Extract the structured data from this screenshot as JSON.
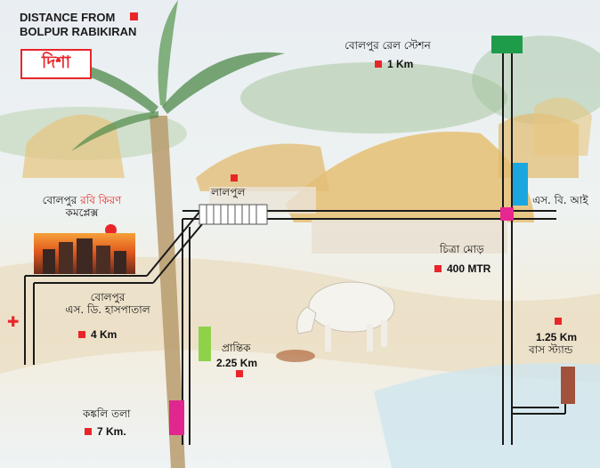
{
  "header": {
    "line1": "DISTANCE FROM",
    "line2": "BOLPUR RABIKIRAN",
    "badge": "দিশা"
  },
  "colors": {
    "road": "#1a1a1a",
    "marker": "#e8262a",
    "station": "#1f9c4a",
    "sbi": "#1aa7e0",
    "junction": "#e7268f",
    "prantik": "#8fd24a",
    "kankalitala": "#e0278f",
    "bus_stand": "#a0523d"
  },
  "places": {
    "station": {
      "name": "বোলপুর রেল স্টেশন",
      "distance": "1 Km"
    },
    "lalpur": {
      "name": "লালপুল"
    },
    "sbi": {
      "name": "এস. বি. আই"
    },
    "complex": {
      "name_prefix": "বোলপুর",
      "name_highlight": "রবি কিরণ",
      "name_suffix": "কমপ্লেক্স"
    },
    "chitra_more": {
      "name": "চিত্রা মোড়",
      "distance": "400 MTR"
    },
    "hospital": {
      "name_line1": "বোলপুর",
      "name_line2": "এস. ডি. হাসপাতাল",
      "distance": "4 Km"
    },
    "prantik": {
      "name": "প্রান্তিক",
      "distance": "2.25 Km"
    },
    "bus_stand": {
      "distance": "1.25 Km",
      "name": "বাস স্ট্যান্ড"
    },
    "kankalitala": {
      "name": "কঙ্কলি তলা",
      "distance": "7 Km."
    }
  },
  "icons": {
    "hospital_cross": "✚"
  }
}
